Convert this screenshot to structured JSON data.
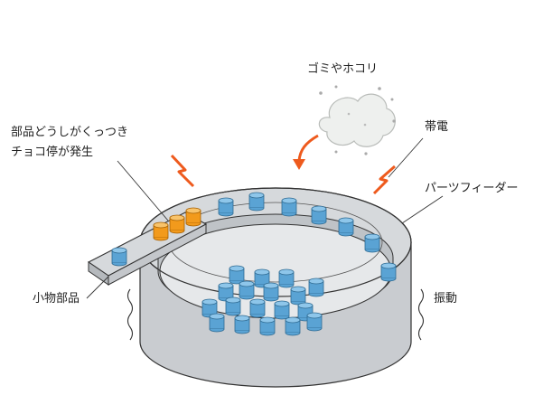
{
  "labels": {
    "dust": "ゴミやホコリ",
    "parts_stick_line1": "部品どうしがくっつき",
    "parts_stick_line2": "チョコ停が発生",
    "static": "帯電",
    "feeder": "パーツフィーダー",
    "small_parts": "小物部品",
    "vibration": "振動"
  },
  "colors": {
    "part_blue": "#5aa3d4",
    "part_blue_top": "#8ec6ea",
    "part_orange": "#f29a1c",
    "part_orange_top": "#f8c36a",
    "bowl_gray": "#c9ccd0",
    "bowl_inner": "#e6e8ea",
    "spark": "#ee5a1d",
    "arrow": "#ee5a1d",
    "stroke": "#333333"
  },
  "icons": [
    "static-spark-icon",
    "dust-cloud-icon",
    "vibration-wave-icon",
    "arrow-icon"
  ]
}
